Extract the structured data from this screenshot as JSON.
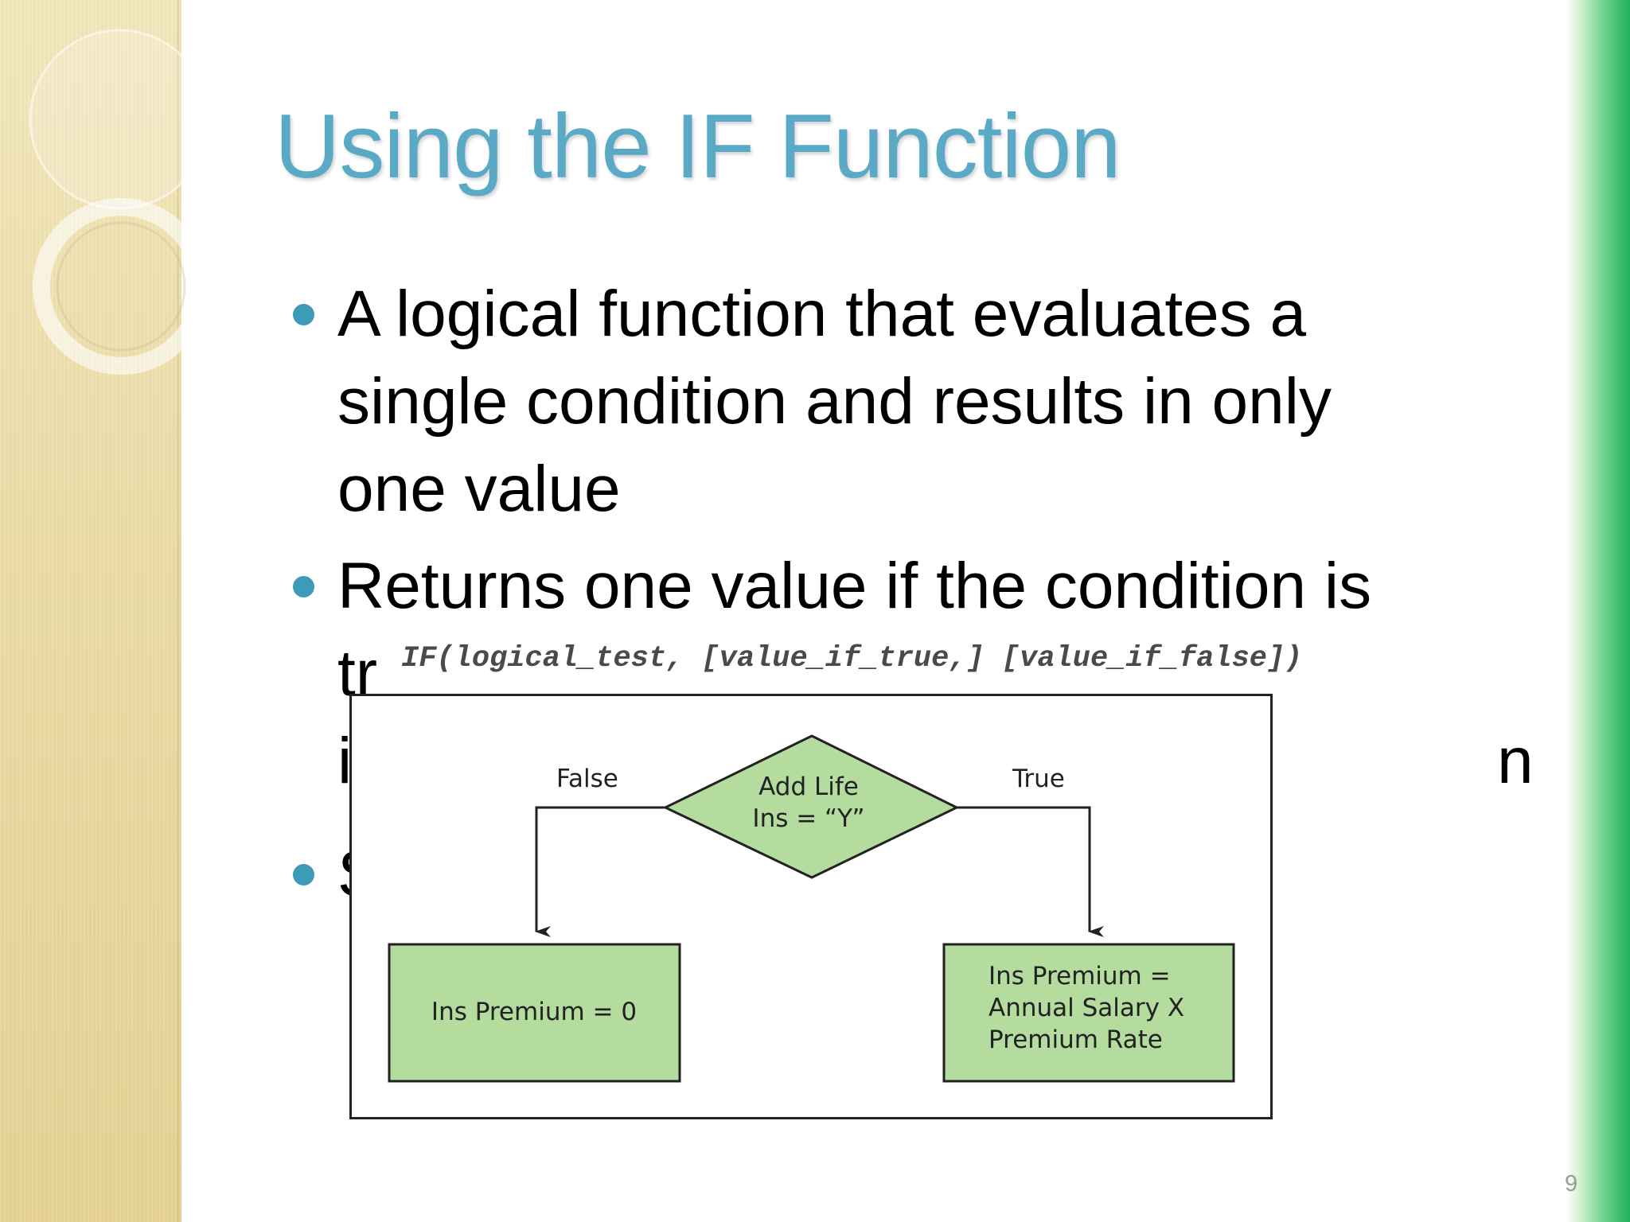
{
  "slide": {
    "title": "Using the IF Function",
    "bullets": [
      {
        "lines": [
          "A logical function that evaluates a",
          "single condition and results in only",
          "one value"
        ]
      },
      {
        "lines": [
          "Returns one value if the condition is",
          "tr",
          "n",
          "i"
        ]
      },
      {
        "lines": [
          "S"
        ]
      }
    ],
    "syntax": "IF(logical_test, [value_if_true,] [value_if_false])",
    "page_number": "9"
  },
  "flowchart": {
    "decision": {
      "line1": "Add Life",
      "line2": "Ins = “Y”"
    },
    "false_label": "False",
    "true_label": "True",
    "false_box": {
      "text": "Ins Premium = 0"
    },
    "true_box": {
      "line1": "Ins Premium =",
      "line2": "Annual Salary X",
      "line3": "Premium Rate"
    }
  },
  "colors": {
    "title": "#5aa9c6",
    "bullet": "#3d9bb7",
    "flow_fill": "#b4dc9e",
    "left_band": "#ecdca6",
    "right_band": "#20b25a"
  }
}
